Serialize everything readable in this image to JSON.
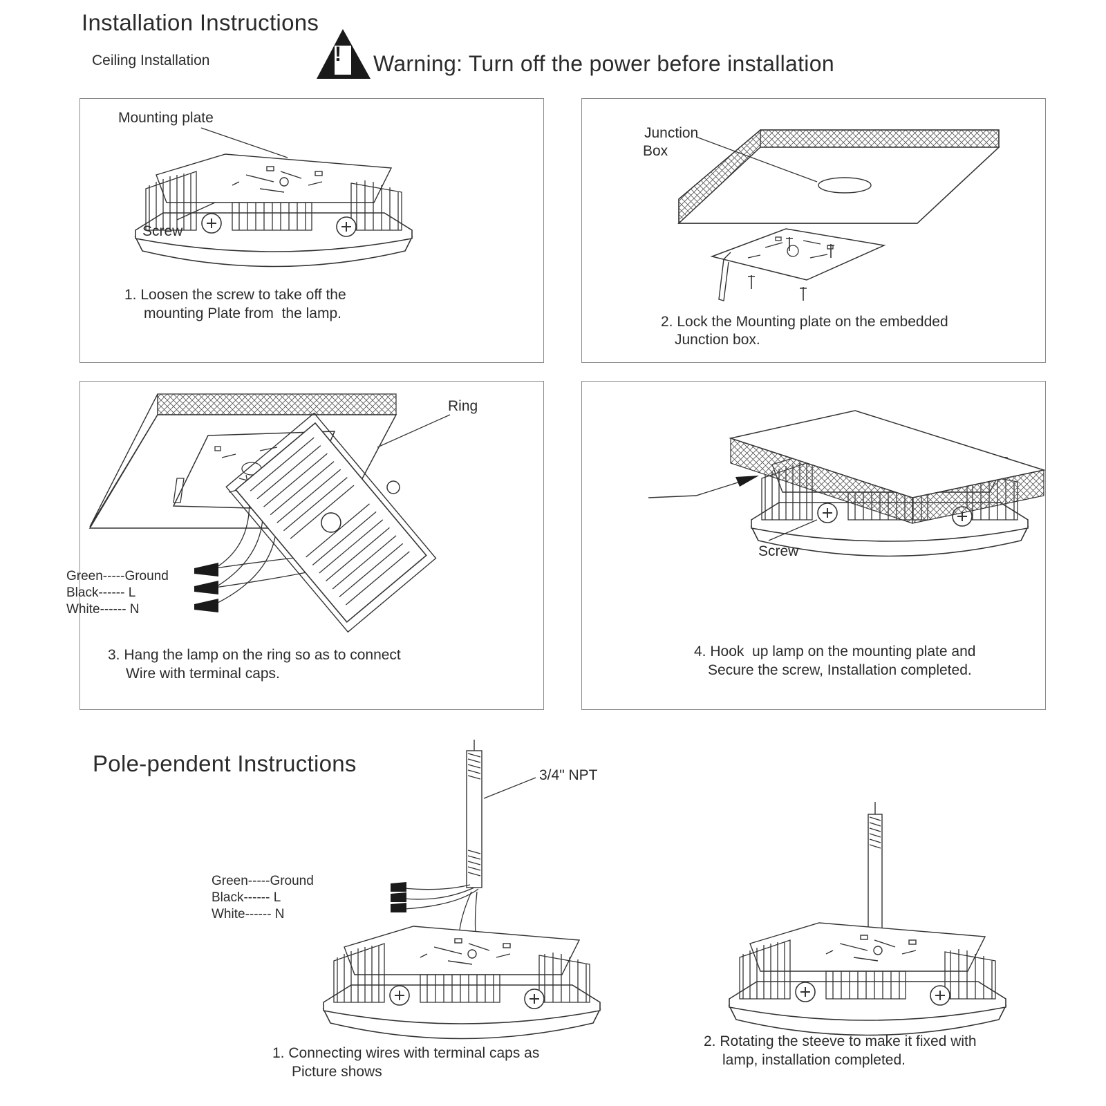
{
  "header": {
    "title": "Installation Instructions",
    "subtitle": "Ceiling Installation",
    "warning_glyph": "!",
    "warning_text": "Warning: Turn off the power before installation"
  },
  "steps": {
    "s1": {
      "label_plate": "Mounting plate",
      "label_screw": "Screw",
      "caption_l1": "1. Loosen the screw to take off the",
      "caption_l2": "mounting Plate from  the lamp."
    },
    "s2": {
      "label_box_l1": "Junction",
      "label_box_l2": "Box",
      "caption_l1": "2. Lock the Mounting plate on the embedded",
      "caption_l2": "Junction box."
    },
    "s3": {
      "label_ring": "Ring",
      "wire_green": "Green-----Ground",
      "wire_black": "Black------ L",
      "wire_white": "White------ N",
      "caption_l1": "3. Hang the lamp on the ring so as to connect",
      "caption_l2": "Wire with terminal caps."
    },
    "s4": {
      "label_screw": "Screw",
      "caption_l1": "4. Hook  up lamp on the mounting plate and",
      "caption_l2": "Secure the screw, Installation completed."
    }
  },
  "pole": {
    "title": "Pole-pendent Instructions",
    "label_npt": "3/4\" NPT",
    "wire_green": "Green-----Ground",
    "wire_black": "Black------ L",
    "wire_white": "White------ N",
    "caption1_l1": "1. Connecting wires with terminal caps as",
    "caption1_l2": "Picture shows",
    "caption2_l1": "2. Rotating the steeve to make it fixed with",
    "caption2_l2": "lamp, installation completed."
  },
  "colors": {
    "line": "#3a3a3a",
    "border": "#8a8a8a",
    "hatch": "#555555",
    "text": "#2b2b2b"
  }
}
